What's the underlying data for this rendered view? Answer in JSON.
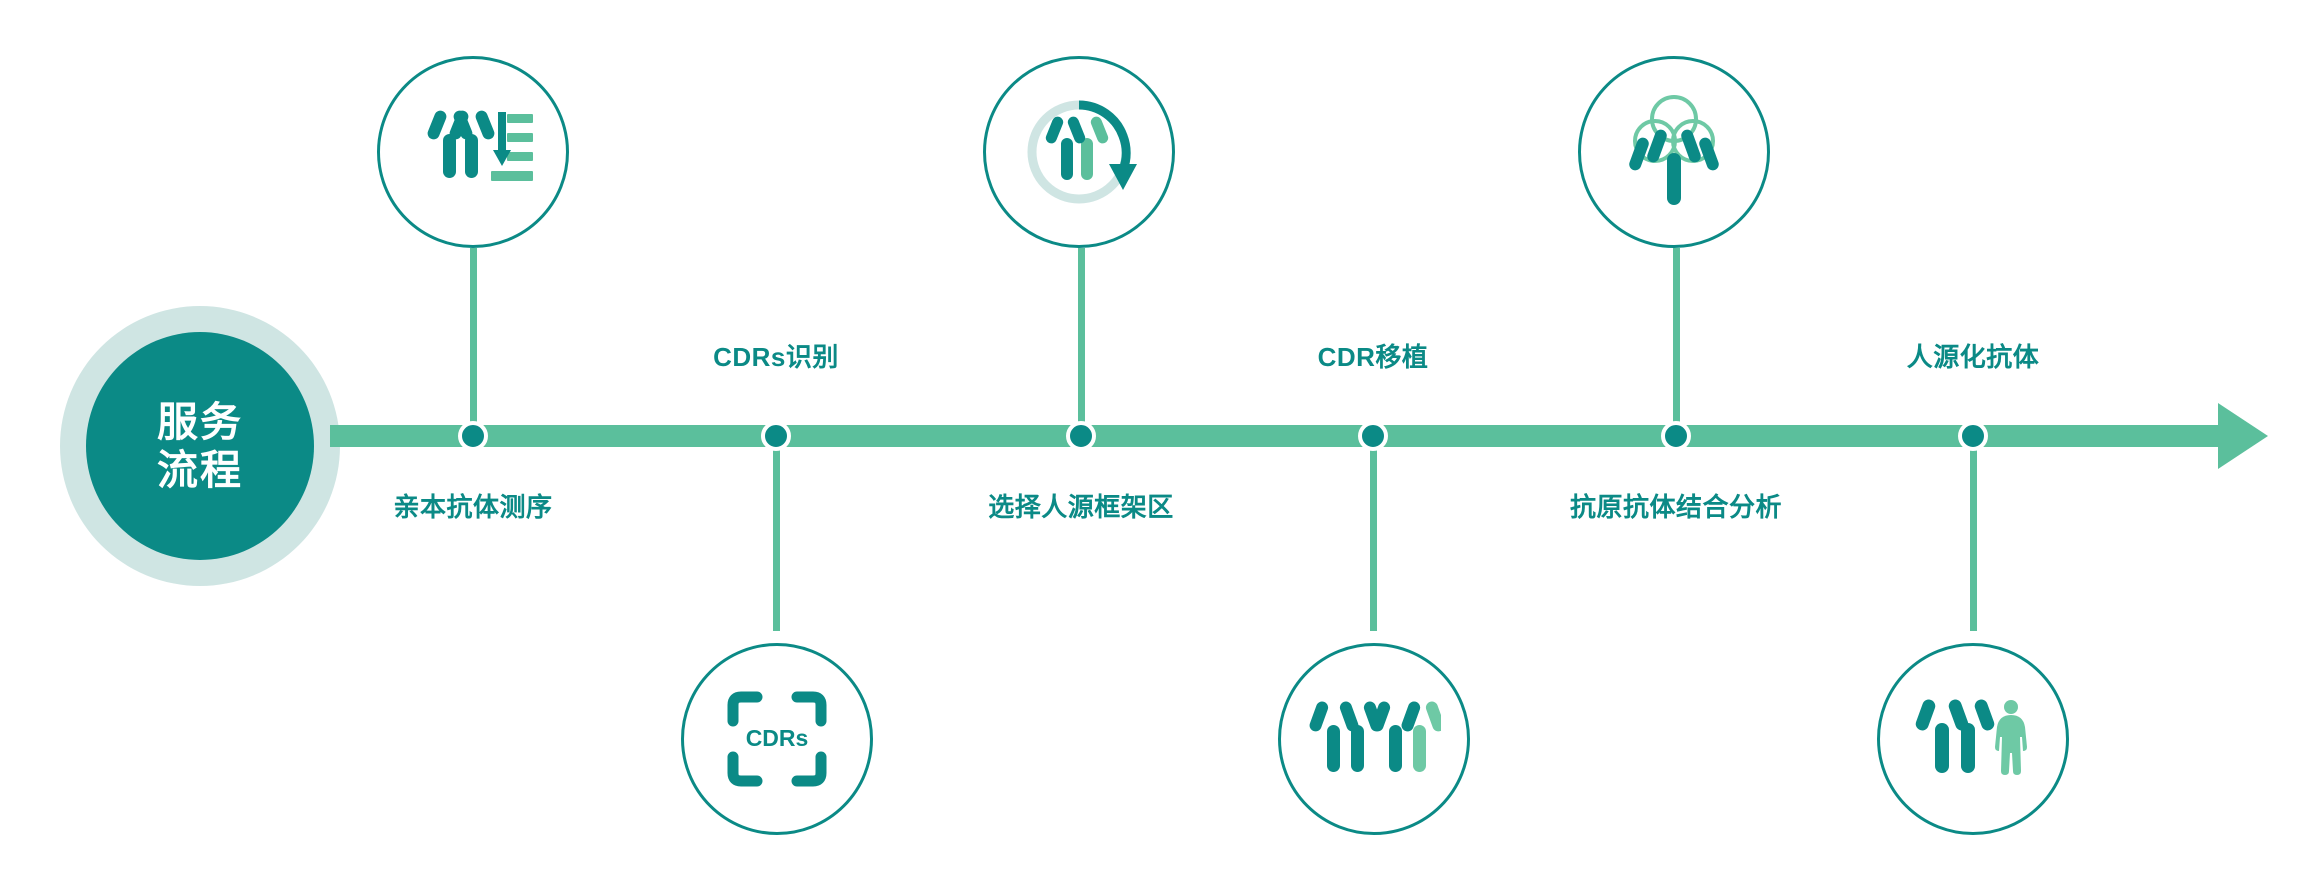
{
  "diagram": {
    "title_lines": [
      "服务",
      "流程"
    ],
    "colors": {
      "dark_teal": "#0b8a86",
      "mid_green": "#5bbf9c",
      "light_green": "#6ec9a5",
      "pale_teal": "#cfe5e3",
      "white": "#ffffff"
    },
    "axis": {
      "direction": "left-to-right",
      "arrow_icon": "arrow-right-icon"
    },
    "steps": [
      {
        "index": 1,
        "label": "亲本抗体测序",
        "label_position": "below",
        "icon_position": "above",
        "icon_name": "antibody-sequencing-icon",
        "icon_caption": ""
      },
      {
        "index": 2,
        "label": "CDRs识别",
        "label_position": "above",
        "icon_position": "below",
        "icon_name": "cdrs-scan-bracket-icon",
        "icon_caption": "CDRs"
      },
      {
        "index": 3,
        "label": "选择人源框架区",
        "label_position": "below",
        "icon_position": "above",
        "icon_name": "antibody-framework-cycle-icon",
        "icon_caption": ""
      },
      {
        "index": 4,
        "label": "CDR移植",
        "label_position": "above",
        "icon_position": "below",
        "icon_name": "antibody-graft-pair-icon",
        "icon_caption": ""
      },
      {
        "index": 5,
        "label": "抗原抗体结合分析",
        "label_position": "below",
        "icon_position": "above",
        "icon_name": "antigen-antibody-binding-icon",
        "icon_caption": ""
      },
      {
        "index": 6,
        "label": "人源化抗体",
        "label_position": "above",
        "icon_position": "below",
        "icon_name": "humanized-antibody-person-icon",
        "icon_caption": ""
      }
    ]
  }
}
